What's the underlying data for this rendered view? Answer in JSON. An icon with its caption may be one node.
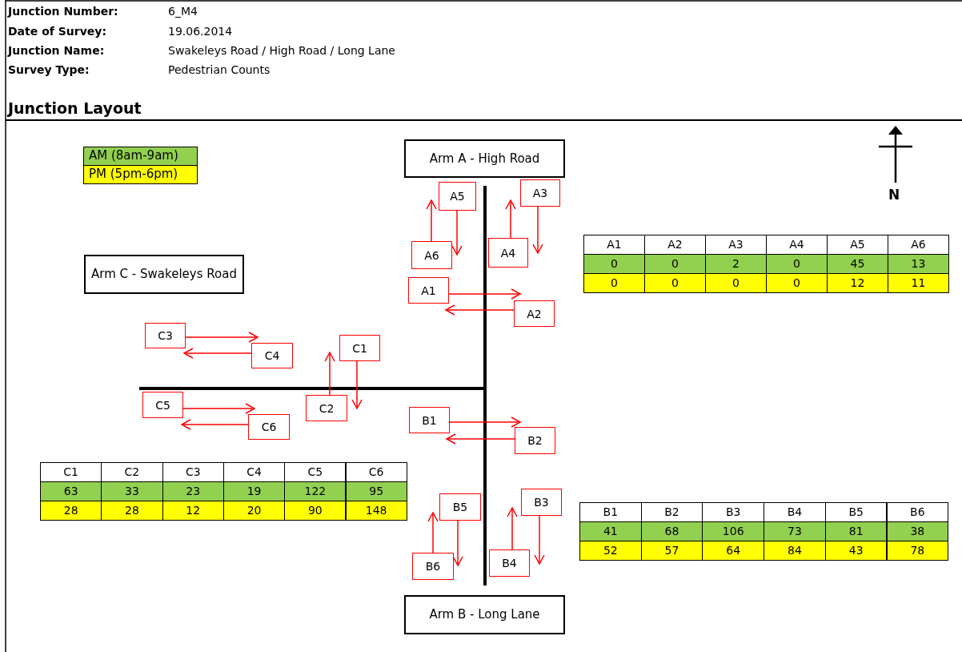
{
  "diagram": {
    "nodes": [
      {
        "text": [
          "Arm A - High Road"
        ]
      },
      {
        "text": [
          "A5"
        ]
      },
      {
        "text": [
          "A3"
        ]
      },
      {
        "text": [
          "A6"
        ]
      },
      {
        "text": [
          "A4"
        ]
      },
      {
        "text": [
          "Arm C - Swakeleys Road"
        ]
      },
      {
        "text": [
          "A1"
        ]
      },
      {
        "text": [
          "A2"
        ]
      },
      {
        "text": [
          "C3"
        ]
      },
      {
        "text": [
          "C1"
        ]
      },
      {
        "text": [
          "C4"
        ]
      },
      {
        "text": [
          "C5"
        ]
      },
      {
        "text": [
          "C2"
        ]
      },
      {
        "text": [
          "B1"
        ]
      },
      {
        "text": [
          "C6"
        ]
      },
      {
        "text": [
          "B2"
        ]
      },
      {
        "text": [
          "B5"
        ]
      },
      {
        "text": [
          "B3"
        ]
      },
      {
        "text": [
          "B6"
        ]
      },
      {
        "text": [
          "B4"
        ]
      },
      {
        "text": [
          "Arm B - Long Lane"
        ]
      }
    ],
    "edges": [
      {
        "from": 1,
        "to": 3,
        "arrow": "to"
      },
      {
        "from": 2,
        "to": 4,
        "arrow": "to"
      },
      {
        "from": 3,
        "to": 1,
        "arrow": "to"
      },
      {
        "from": 4,
        "to": 2,
        "arrow": "to"
      },
      {
        "from": 6,
        "to": 7,
        "arrow": "to"
      },
      {
        "from": 7,
        "to": 6,
        "arrow": "to"
      },
      {
        "from": 8,
        "to": 10,
        "arrow": "to"
      },
      {
        "from": 9,
        "to": 12,
        "arrow": "to"
      },
      {
        "from": 10,
        "to": 8,
        "arrow": "to"
      },
      {
        "from": 11,
        "to": 14,
        "arrow": "to"
      },
      {
        "from": 12,
        "to": 9,
        "arrow": "to"
      },
      {
        "from": 13,
        "to": 15,
        "arrow": "to"
      },
      {
        "from": 14,
        "to": 11,
        "arrow": "to"
      },
      {
        "from": 15,
        "to": 13,
        "arrow": "to"
      },
      {
        "from": 16,
        "to": 18,
        "arrow": "to"
      },
      {
        "from": 17,
        "to": 19,
        "arrow": "to"
      },
      {
        "from": 18,
        "to": 16,
        "arrow": "to"
      },
      {
        "from": 19,
        "to": 17,
        "arrow": "to"
      }
    ],
    "labels": [
      "Junction Number:",
      "6_M4",
      "Date of Survey:",
      "19.06.2014",
      "Junction Name:",
      "Swakeleys Road / High Road / Long Lane",
      "Survey Type:",
      "Pedestrian Counts",
      "Junction Layout",
      "N",
      "A1",
      "A2",
      "A3",
      "A4",
      "A5",
      "A6",
      "0",
      "0",
      "2",
      "0",
      "45",
      "13",
      "0",
      "0",
      "0",
      "0",
      "12",
      "11",
      "C1",
      "C2",
      "C3",
      "C4",
      "C5",
      "C6",
      "63",
      "33",
      "23",
      "19",
      "122",
      "95",
      "28",
      "28",
      "12",
      "20",
      "90",
      "148",
      "B1",
      "B2",
      "B3",
      "B4",
      "B5",
      "B6",
      "41",
      "68",
      "106",
      "73",
      "81",
      "38",
      "52",
      "57",
      "64",
      "84",
      "43",
      "78"
    ],
    "legend": [
      {
        "text": "AM (8am-9am)",
        "color": "#92d050"
      },
      {
        "text": "PM (5pm-6pm)",
        "color": "#ffff00"
      }
    ]
  }
}
